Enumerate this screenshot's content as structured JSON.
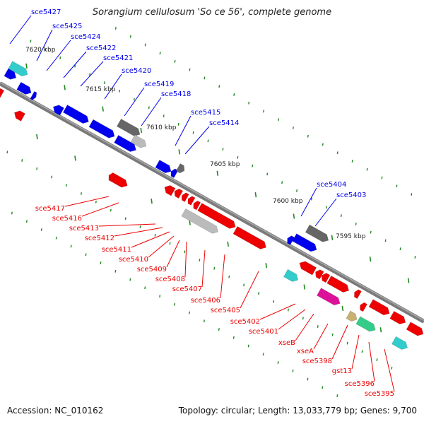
{
  "title": "Sorangium cellulosum 'So ce 56', complete genome",
  "footer": {
    "accession": "Accession: NC_010162",
    "summary": "Topology: circular; Length: 13,033,779 bp; Genes: 9,700"
  },
  "colors": {
    "backbone": "#7a7a7a",
    "forward_gene": "#0000ee",
    "reverse_gene": "#ee0000",
    "rna": "#33cccc",
    "pseudo": "#666666",
    "light_gray": "#bbbbbb",
    "magenta": "#dd1199",
    "green": "#33cc88",
    "khaki": "#c8b070",
    "tick": "#228822"
  },
  "kbp_marks": [
    "7620 kbp",
    "7615 kbp",
    "7610 kbp",
    "7605 kbp",
    "7600 kbp",
    "7595 kbp"
  ],
  "forward_labels": [
    "sce5427",
    "sce5425",
    "sce5424",
    "sce5422",
    "sce5421",
    "sce5420",
    "sce5419",
    "sce5418",
    "sce5415",
    "sce5414",
    "sce5404",
    "sce5403"
  ],
  "reverse_labels": [
    "sce5417",
    "sce5416",
    "sce5413",
    "sce5412",
    "sce5411",
    "sce5410",
    "sce5409",
    "sce5408",
    "sce5407",
    "sce5406",
    "sce5405",
    "sce5402",
    "sce5401",
    "xseB",
    "xseA",
    "sce5398",
    "gst13",
    "sce5396",
    "sce5395"
  ]
}
